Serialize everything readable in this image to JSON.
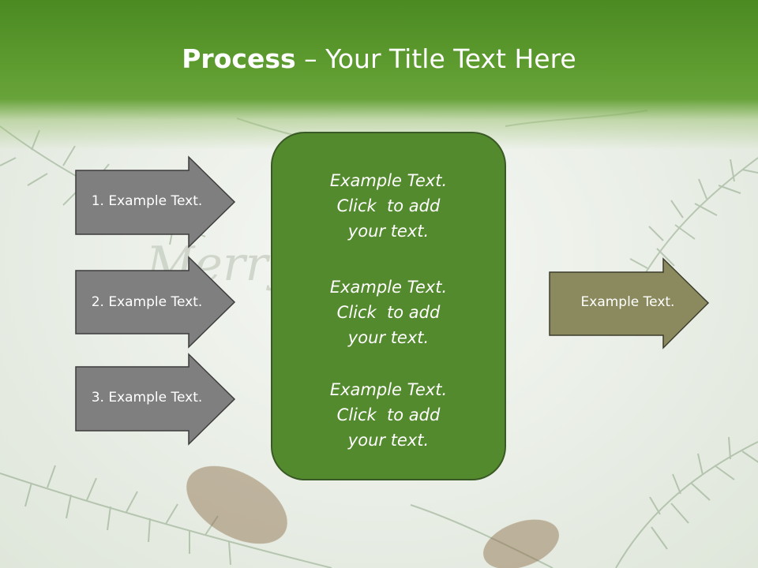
{
  "header": {
    "title_bold": "Process",
    "title_rest": " – Your Title Text Here"
  },
  "left_arrows": [
    {
      "label": "1. Example Text."
    },
    {
      "label": "2. Example Text."
    },
    {
      "label": "3. Example Text."
    }
  ],
  "center_panel": {
    "items": [
      {
        "line1": "Example Text.",
        "line2": "Click  to add",
        "line3": "your text."
      },
      {
        "line1": "Example Text.",
        "line2": "Click  to add",
        "line3": "your text."
      },
      {
        "line1": "Example Text.",
        "line2": "Click  to add",
        "line3": "your text."
      }
    ]
  },
  "right_arrow": {
    "label": "Example Text."
  },
  "background": {
    "watermark": "Merry"
  },
  "colors": {
    "header_green": "#5e9c30",
    "arrow_gray": "#7f7f7f",
    "panel_green": "#548a2e",
    "right_arrow_olive": "#8a8a5e"
  }
}
